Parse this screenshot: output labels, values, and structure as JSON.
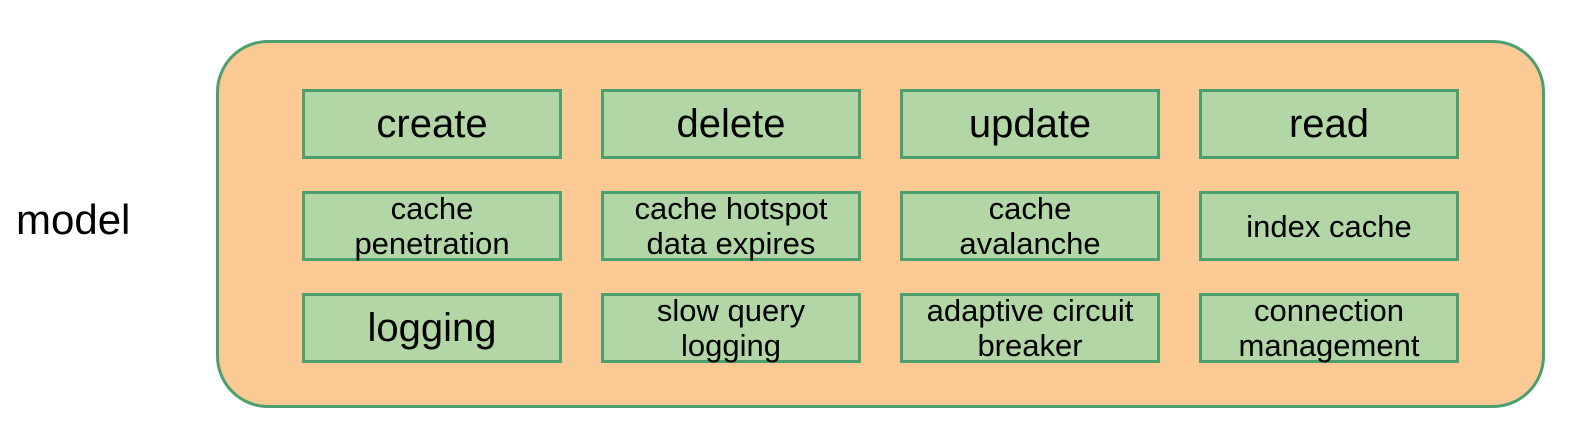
{
  "diagram": {
    "side_label": "model",
    "colors": {
      "container_fill": "#fbc993",
      "container_border": "#4ba06e",
      "cell_fill": "#b2d6a5",
      "cell_border": "#4ba06e",
      "text": "#000000",
      "background": "#ffffff"
    },
    "grid": {
      "columns": 4,
      "rows": 3,
      "cells": [
        {
          "label": "create",
          "size": "big"
        },
        {
          "label": "delete",
          "size": "big"
        },
        {
          "label": "update",
          "size": "big"
        },
        {
          "label": "read",
          "size": "big"
        },
        {
          "label": "cache\npenetration",
          "size": "small"
        },
        {
          "label": "cache hotspot\ndata expires",
          "size": "small"
        },
        {
          "label": "cache\navalanche",
          "size": "small"
        },
        {
          "label": "index cache",
          "size": "small"
        },
        {
          "label": "logging",
          "size": "big"
        },
        {
          "label": "slow query\nlogging",
          "size": "small"
        },
        {
          "label": "adaptive circuit\nbreaker",
          "size": "small"
        },
        {
          "label": "connection\nmanagement",
          "size": "small"
        }
      ]
    }
  }
}
